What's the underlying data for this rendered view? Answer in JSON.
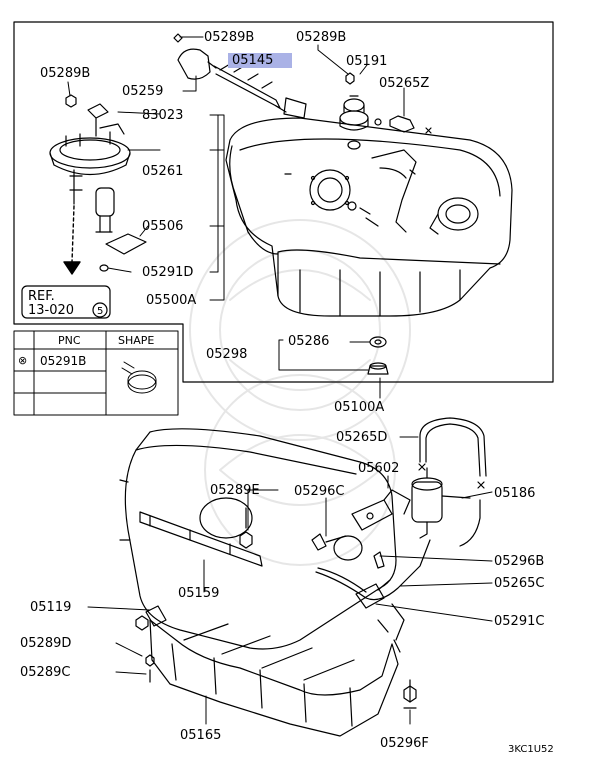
{
  "labels": {
    "p05289B_top1": "05289B",
    "p05289B_top2": "05289B",
    "p05145": "05145",
    "p05191": "05191",
    "p05289B_left": "05289B",
    "p05259": "05259",
    "p05265Z": "05265Z",
    "p83023": "83023",
    "p05261": "05261",
    "p05506": "05506",
    "p05291D": "05291D",
    "p05500A": "05500A",
    "p05286": "05286",
    "p05298": "05298",
    "p05100A": "05100A",
    "p05265D": "05265D",
    "p05602": "05602",
    "p05289E": "05289E",
    "p05296C": "05296C",
    "p05186": "05186",
    "p05296B": "05296B",
    "p05265C": "05265C",
    "p05119": "05119",
    "p05159": "05159",
    "p05291C": "05291C",
    "p05289D": "05289D",
    "p05289C": "05289C",
    "p05165": "05165",
    "p05296F": "05296F"
  },
  "reference": {
    "line1": "REF.",
    "line2": "13-020",
    "circled": "5"
  },
  "shape_table": {
    "header_pnc": "PNC",
    "header_shape": "SHAPE",
    "row_symbol": "⊗",
    "row_pnc": "05291B"
  },
  "footer_code": "3KC1U52",
  "highlight_color": "#aab2e6"
}
